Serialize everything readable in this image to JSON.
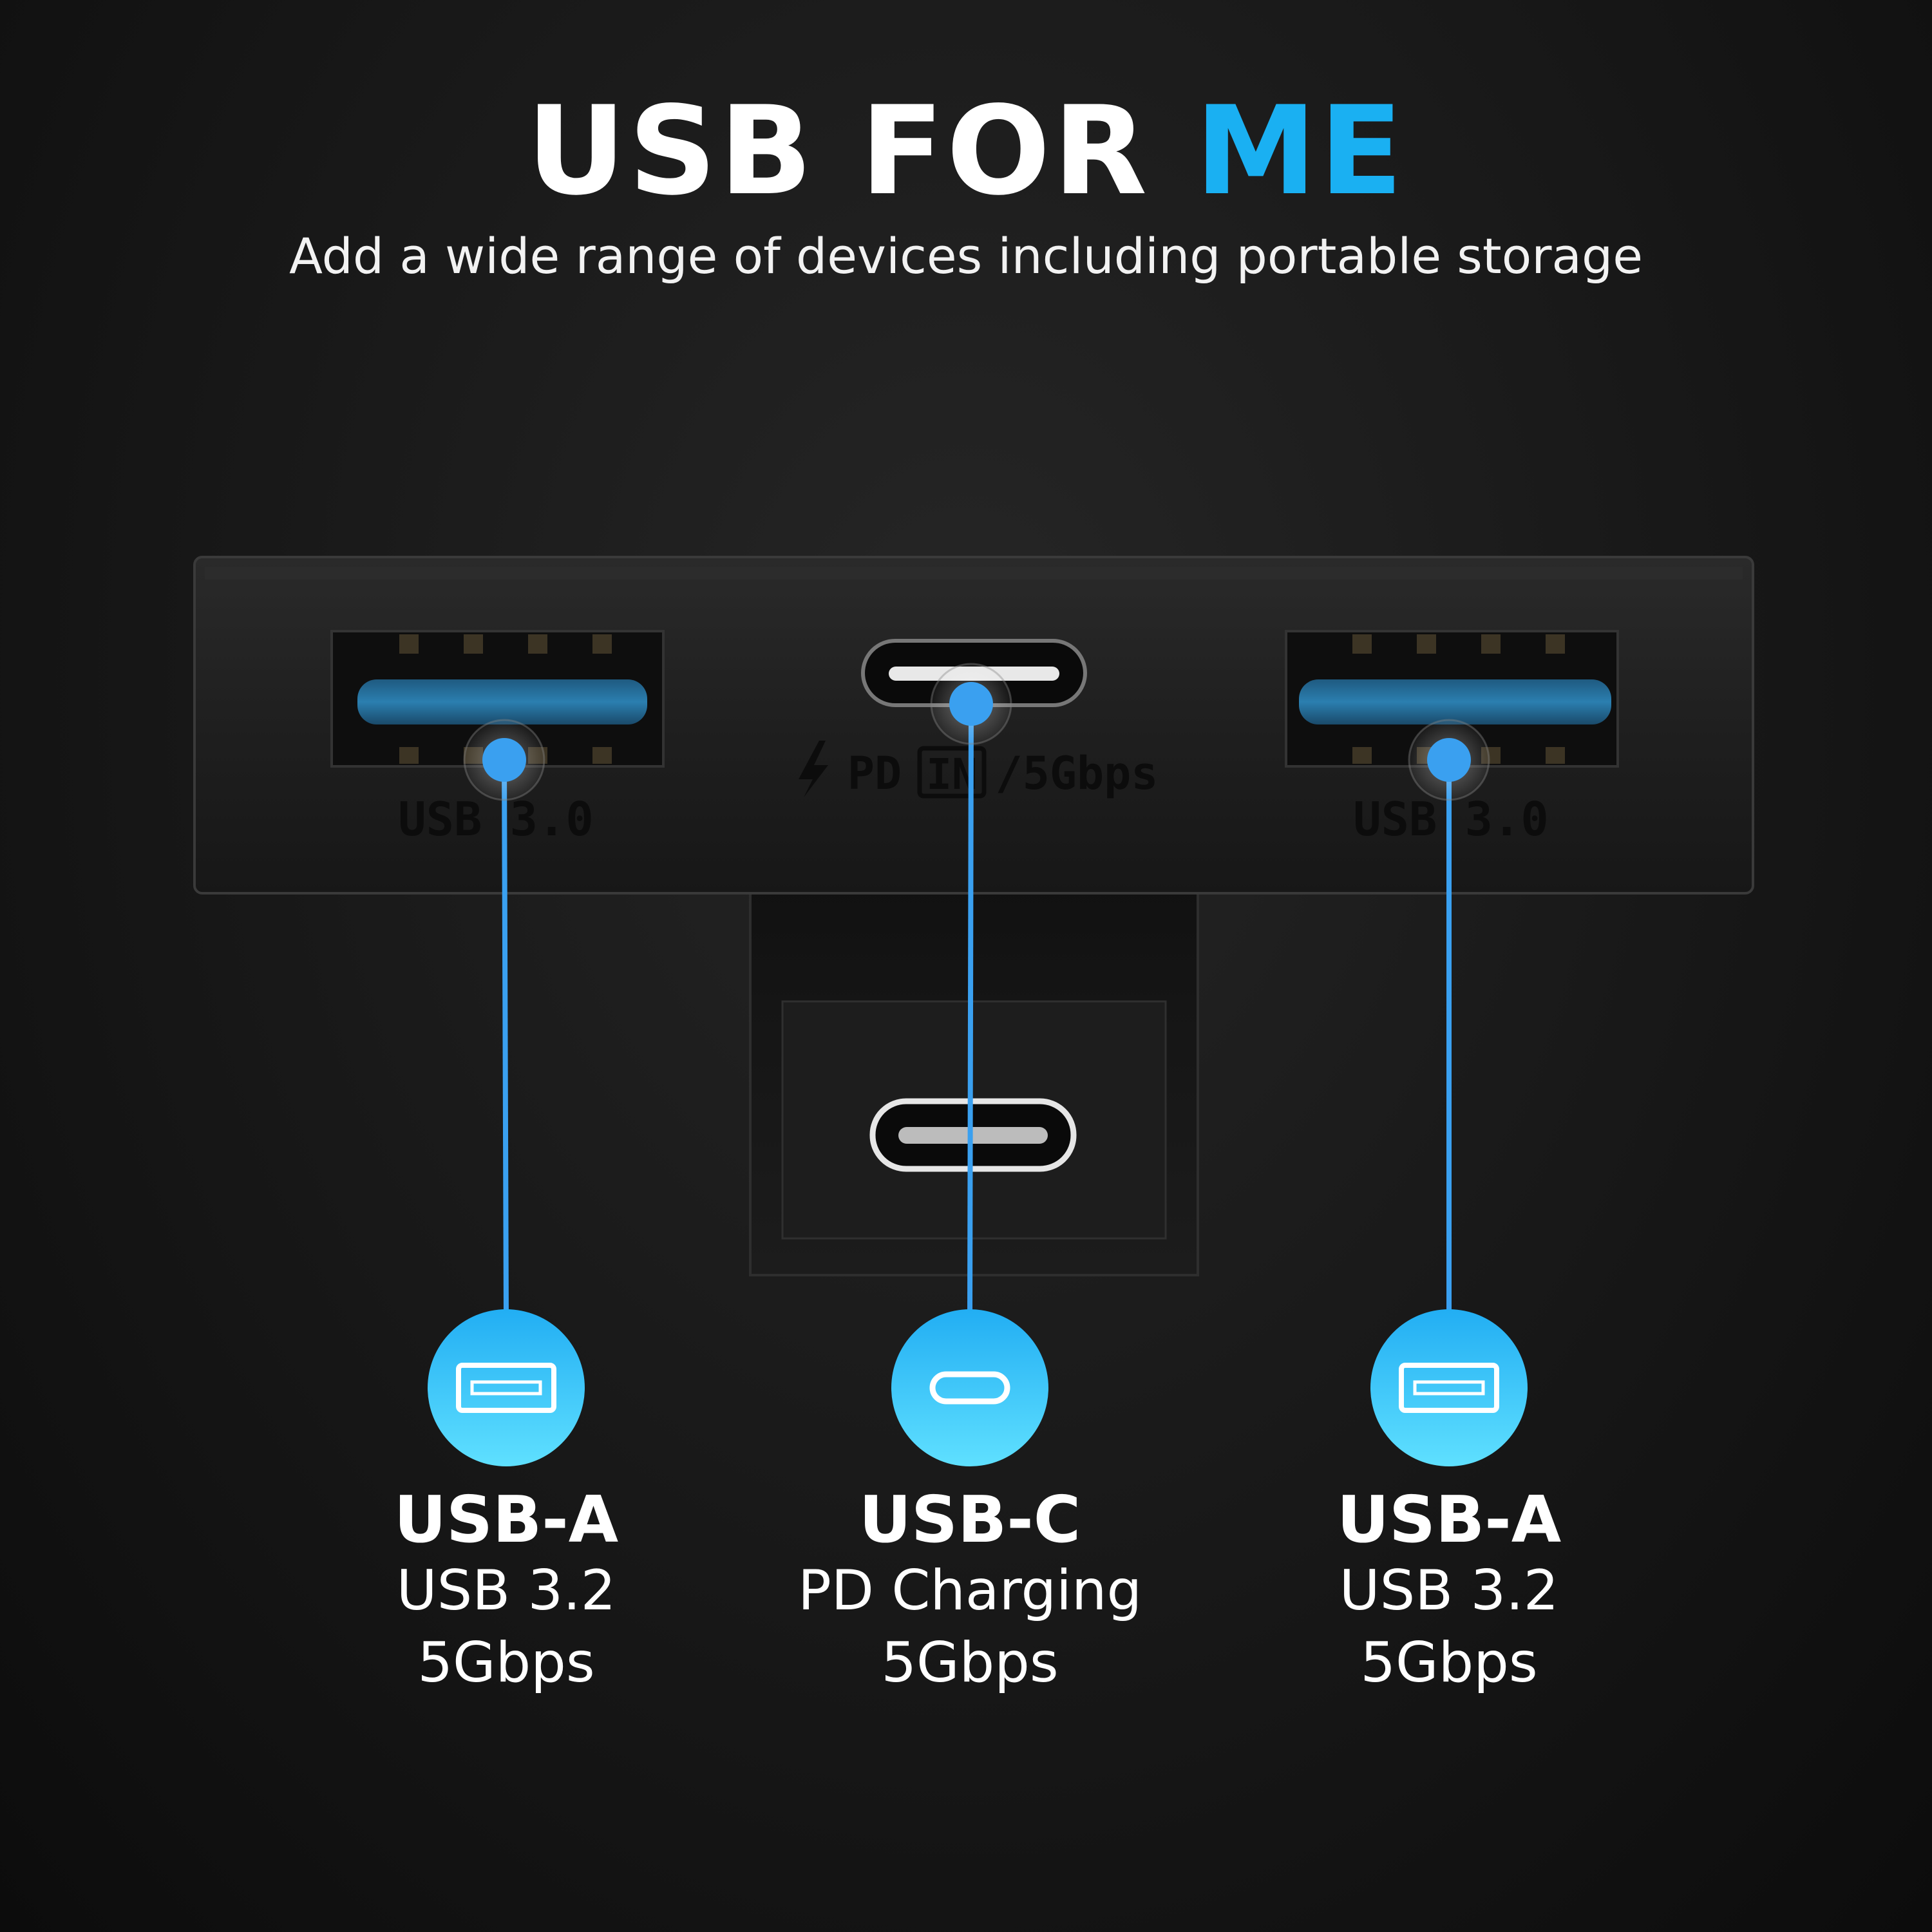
{
  "headline": {
    "main": "USB FOR ",
    "accent": "ME"
  },
  "subtitle": "Add a wide range of devices including portable storage",
  "device_markings": {
    "left_port": "USB 3.0",
    "right_port": "USB 3.0",
    "center_pd": "PD",
    "center_in": "IN",
    "center_speed": "/5Gbps"
  },
  "ports": [
    {
      "name": "USB-A",
      "spec1": "USB 3.2",
      "spec2": "5Gbps",
      "icon": "usb-a-icon"
    },
    {
      "name": "USB-C",
      "spec1": "PD Charging",
      "spec2": "5Gbps",
      "icon": "usb-c-icon"
    },
    {
      "name": "USB-A",
      "spec1": "USB 3.2",
      "spec2": "5Gbps",
      "icon": "usb-a-icon"
    }
  ],
  "colors": {
    "accent": "#1ab0f2",
    "callout_line": "#3aa0f0",
    "callout_circle": "#2bbdf5",
    "background": "#141414"
  }
}
